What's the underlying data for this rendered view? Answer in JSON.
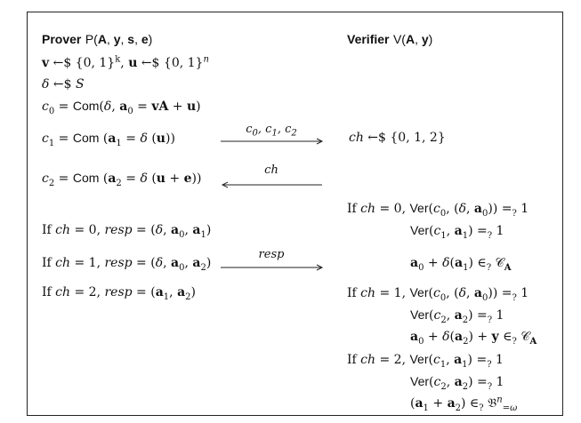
{
  "prover": {
    "header_name": "Prover",
    "header_args": "P(A, y, s, e)",
    "lines": [
      "v ←$ {0,1}^k, u ←$ {0,1}^n",
      "δ ←$ S",
      "c0 = Com(δ, a0 = vA + u)",
      "c1 = Com (a1 = δ (u))",
      "c2 = Com (a2 = δ (u + e))",
      "If ch = 0, resp = (δ, a0, a1)",
      "If ch = 1, resp = (δ, a0, a2)",
      "If ch = 2, resp = (a1, a2)"
    ]
  },
  "verifier": {
    "header_name": "Verifier",
    "header_args": "V(A, y)",
    "challenge": "ch ←$ {0, 1, 2}",
    "checks": [
      "If ch = 0, Ver(c0, (δ, a0)) =? 1",
      "Ver(c1, a1) =? 1",
      "a0 + δ(a1) ∈? C_A",
      "If ch = 1, Ver(c0, (δ, a0)) =? 1",
      "Ver(c2, a2) =? 1",
      "a0 + δ(a2) + y ∈? C_A",
      "If ch = 2, Ver(c1, a1) =? 1",
      "Ver(c2, a2) =? 1",
      "(a1 + a2) ∈? B^n_{=ω}"
    ]
  },
  "messages": [
    {
      "label": "c0, c1, c2",
      "direction": "right"
    },
    {
      "label": "ch",
      "direction": "left"
    },
    {
      "label": "resp",
      "direction": "right"
    }
  ]
}
